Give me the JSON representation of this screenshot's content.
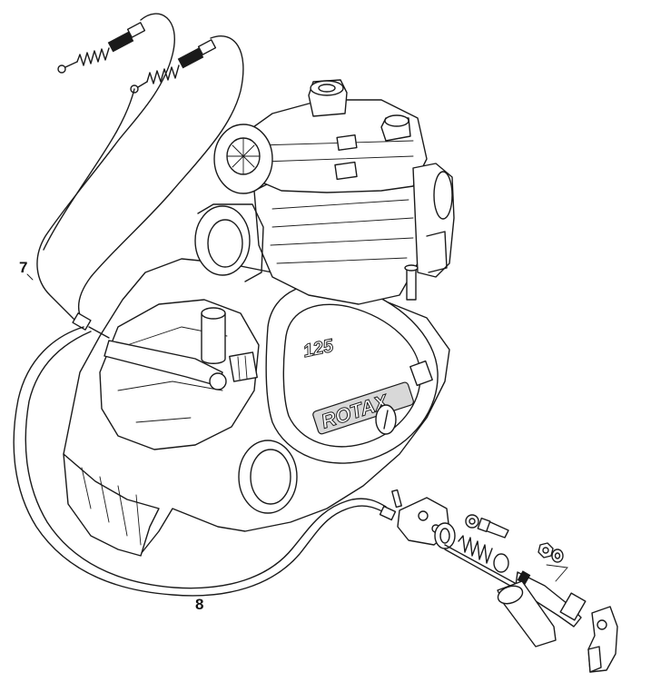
{
  "callouts": [
    {
      "id": "7",
      "label": "7"
    },
    {
      "id": "8",
      "label": "8"
    }
  ],
  "engine_markings": {
    "brand": "ROTAX",
    "model": "125"
  }
}
